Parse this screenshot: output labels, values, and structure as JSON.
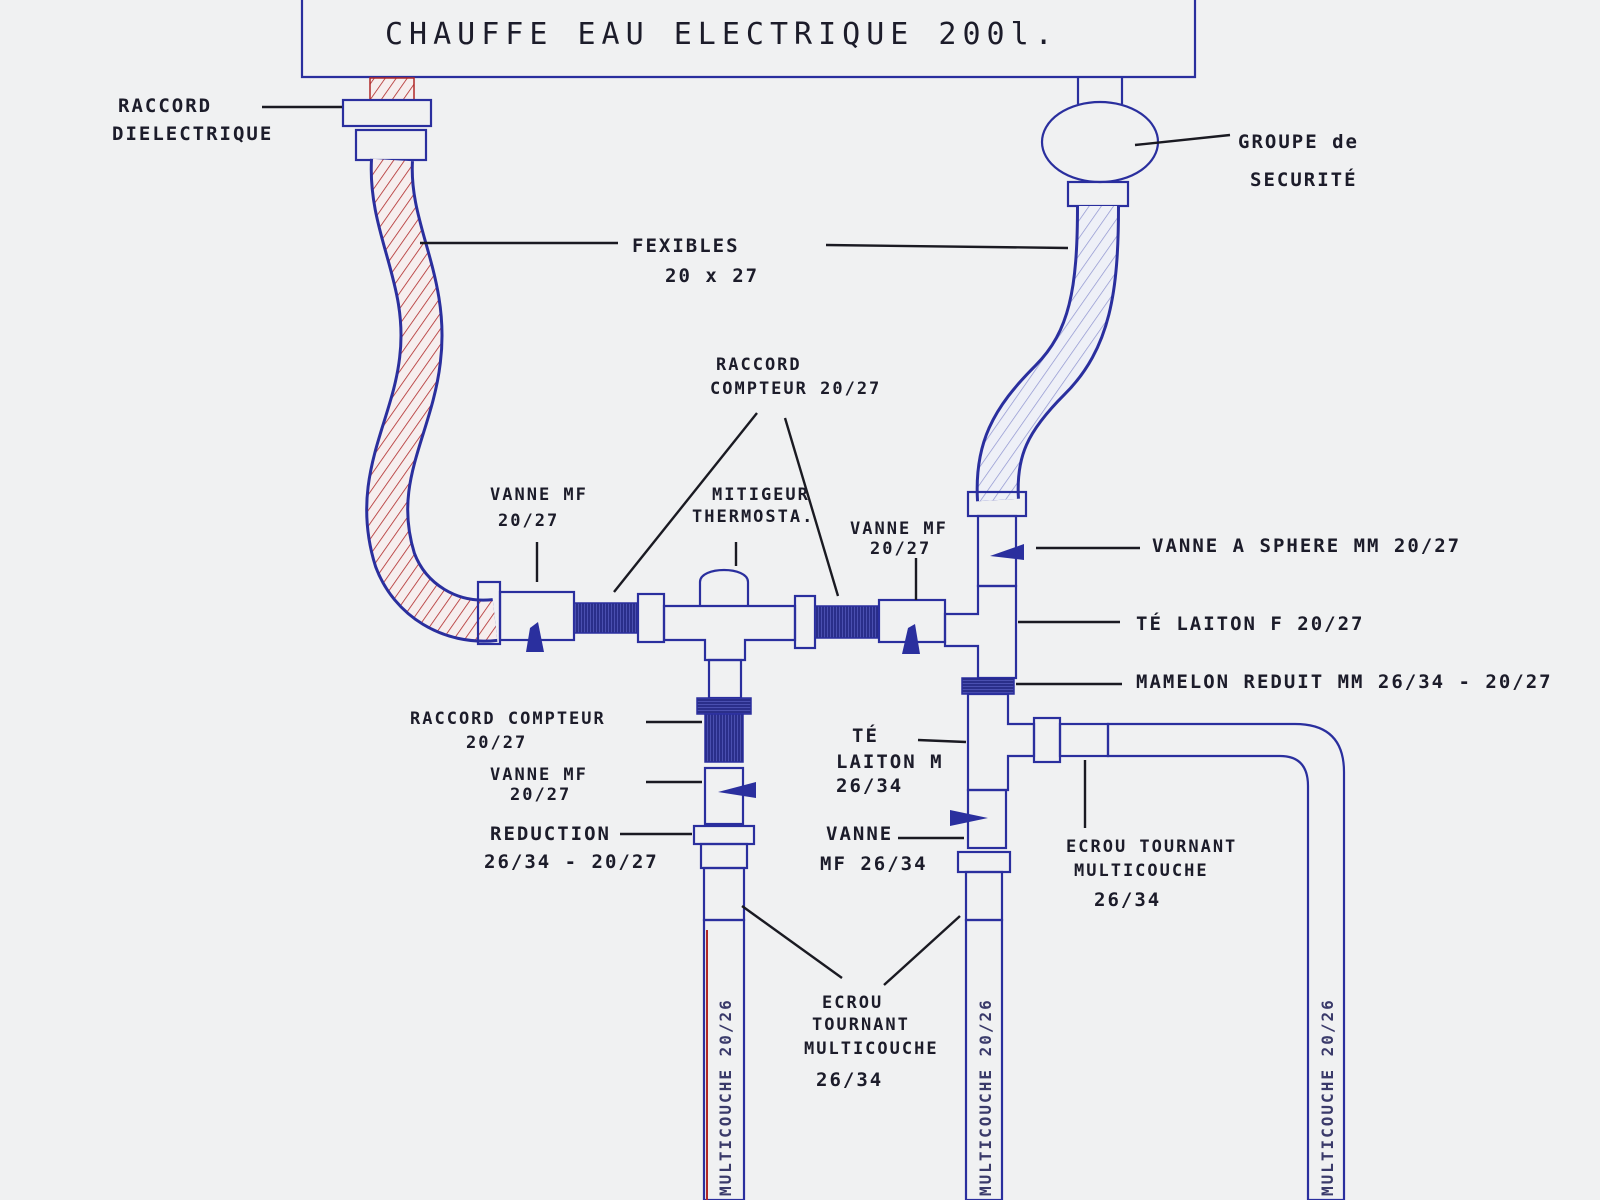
{
  "title": "CHAUFFE EAU ELECTRIQUE 200l.",
  "labels": {
    "raccord_dielectrique": [
      "RACCORD",
      "DIELECTRIQUE"
    ],
    "groupe_securite": [
      "GROUPE de",
      "SECURITÉ"
    ],
    "flexibles": [
      "FEXIBLES",
      "20 x 27"
    ],
    "raccord_compteur_top": [
      "RACCORD",
      "COMPTEUR 20/27"
    ],
    "mitigeur": [
      "MITIGEUR",
      "THERMOSTA."
    ],
    "vanne_mf_left": [
      "VANNE MF",
      "20/27"
    ],
    "vanne_mf_right": [
      "VANNE MF",
      "20/27"
    ],
    "vanne_sphere": "VANNE A SPHERE MM 20/27",
    "te_laiton_f": "TÉ LAITON F 20/27",
    "mamelon": "MAMELON REDUIT MM 26/34 - 20/27",
    "te_laiton_m": [
      "TÉ",
      "LAITON M",
      "26/34"
    ],
    "raccord_compteur_low": [
      "RACCORD COMPTEUR",
      "20/27"
    ],
    "vanne_mf_low": [
      "VANNE MF",
      "20/27"
    ],
    "reduction": [
      "REDUCTION",
      "26/34 - 20/27"
    ],
    "vanne_mf_2634": [
      "VANNE",
      "MF 26/34"
    ],
    "ecrou_right": [
      "ECROU TOURNANT",
      "MULTICOUCHE",
      "26/34"
    ],
    "ecrou_bottom": [
      "ECROU",
      "TOURNANT",
      "MULTICOUCHE",
      "26/34"
    ]
  },
  "pipes": {
    "left": "MULTICOUCHE 20/26",
    "middle": "MULTICOUCHE 20/26",
    "right": "MULTICOUCHE 20/26"
  },
  "colors": {
    "ink_blue": "#2a2f9e",
    "hot_red": "#b02828",
    "paper": "#f0f1f2"
  }
}
